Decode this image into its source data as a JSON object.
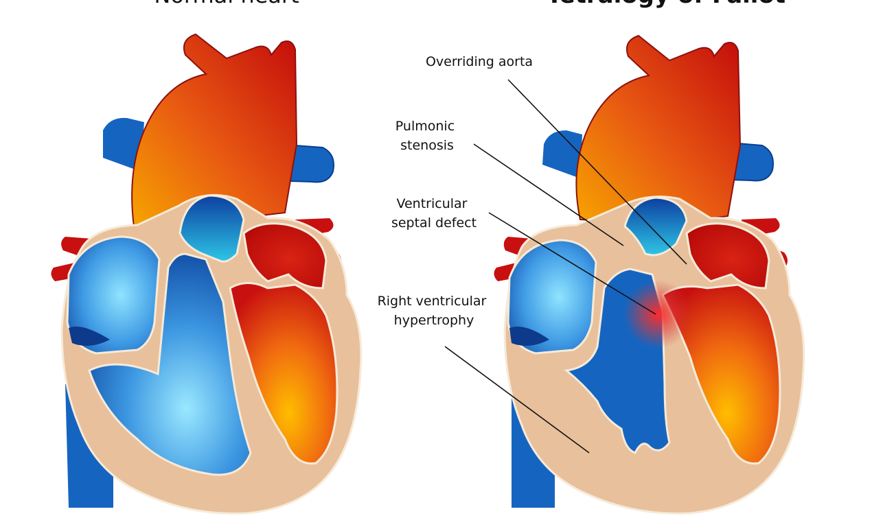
{
  "titles": {
    "normal": "Normal heart",
    "tof": "Tetralogy of Fallot"
  },
  "labels": {
    "overriding_aorta": "Overriding aorta",
    "pulmonic_stenosis": [
      "Pulmonic",
      "stenosis"
    ],
    "vsd": [
      "Ventricular",
      "septal defect"
    ],
    "rvh": [
      "Right ventricular",
      "hypertrophy"
    ]
  },
  "colors": {
    "deoxygenated_blue": "#1565c0",
    "oxygenated_red": "#c81010",
    "myocardium_tan": "#e8c09c",
    "outline_cream": "#f6ead8",
    "chamber_light_blue": "#8fe4ff",
    "chamber_orange": "#ffb300",
    "defect_glow": "#ff2a2a"
  }
}
